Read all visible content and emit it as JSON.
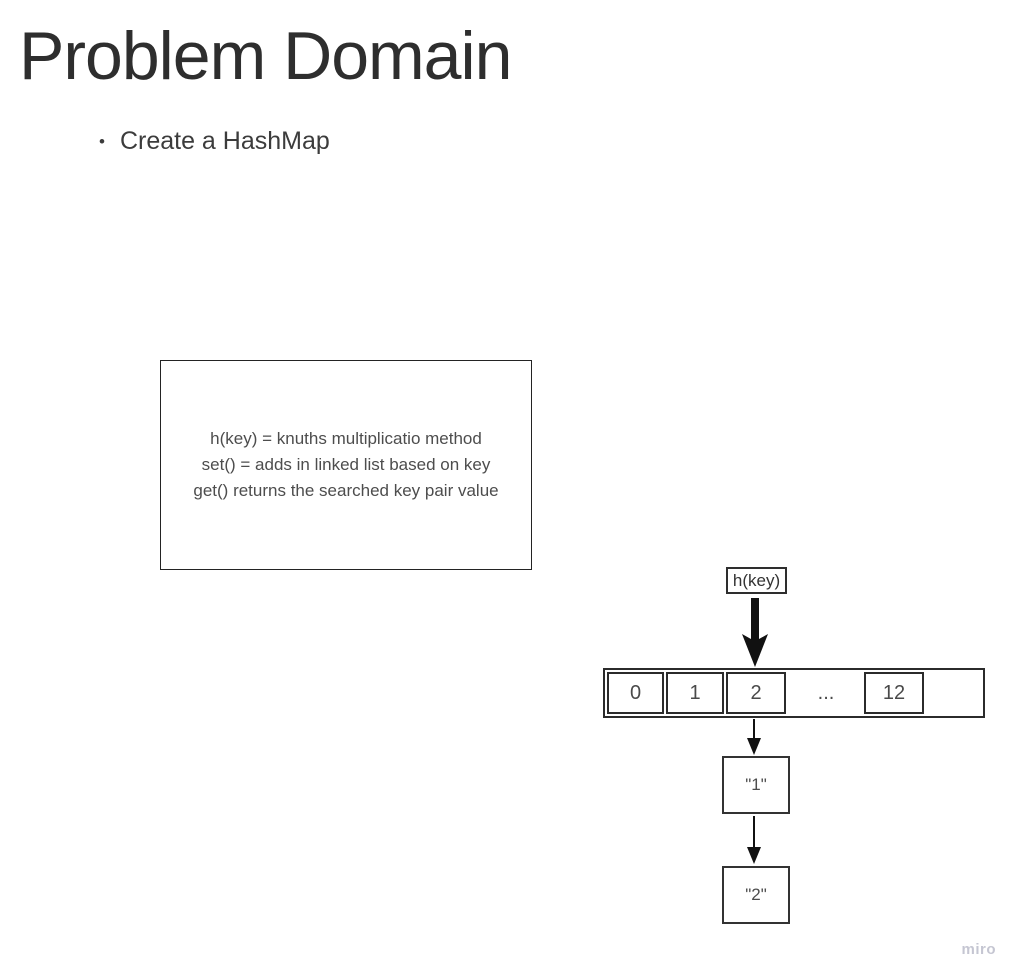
{
  "app": {
    "watermark": "miro"
  },
  "slide": {
    "title": "Problem Domain",
    "bullet_glyph": "•",
    "bullets": [
      "Create a HashMap"
    ]
  },
  "notes_box": {
    "lines": [
      "h(key) = knuths multiplicatio method",
      "set() = adds in linked list based on key",
      "get() returns the searched key pair value"
    ]
  },
  "diagram": {
    "hash_function_label": "h(key)",
    "array_cells": [
      {
        "label": "0"
      },
      {
        "label": "1"
      },
      {
        "label": "2"
      },
      {
        "label": "..."
      },
      {
        "label": "12"
      },
      {
        "label": ""
      }
    ],
    "linked_list_nodes": [
      {
        "label": "\"1\""
      },
      {
        "label": "\"2\""
      }
    ]
  },
  "colors": {
    "background": "#ffffff",
    "title_text": "#2e2e2e",
    "body_text": "#4d4d4d",
    "line": "#2b2b2b",
    "arrow": "#111111",
    "watermark": "#c5c6d2"
  }
}
